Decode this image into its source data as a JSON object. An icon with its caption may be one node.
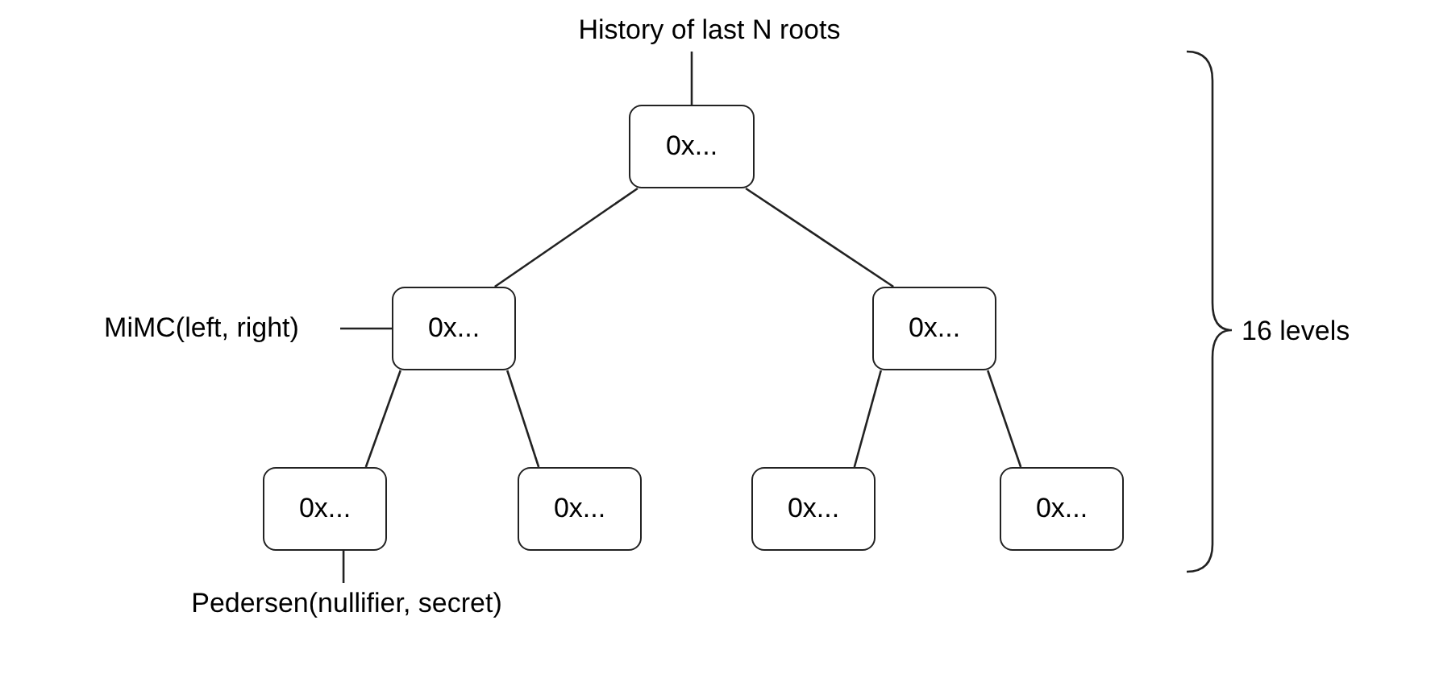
{
  "diagram": {
    "nodes": [
      {
        "text": [
          "History of last N roots"
        ]
      },
      {
        "text": [
          "0x..."
        ]
      },
      {
        "text": [
          "MiMC(left, right)"
        ]
      },
      {
        "text": [
          "0x..."
        ]
      },
      {
        "text": [
          "0x..."
        ]
      },
      {
        "text": [
          "0x..."
        ]
      },
      {
        "text": [
          "0x..."
        ]
      },
      {
        "text": [
          "0x..."
        ]
      },
      {
        "text": [
          "0x..."
        ]
      },
      {
        "text": [
          "Pedersen(nullifier, secret)"
        ]
      }
    ],
    "edges": [
      {
        "from": 0,
        "to": 1,
        "arrow": "none"
      },
      {
        "from": 1,
        "to": 3,
        "arrow": "none"
      },
      {
        "from": 1,
        "to": 4,
        "arrow": "none"
      },
      {
        "from": 2,
        "to": 3,
        "arrow": "none"
      },
      {
        "from": 3,
        "to": 5,
        "arrow": "none"
      },
      {
        "from": 3,
        "to": 6,
        "arrow": "none"
      },
      {
        "from": 4,
        "to": 7,
        "arrow": "none"
      },
      {
        "from": 4,
        "to": 8,
        "arrow": "none"
      },
      {
        "from": 9,
        "to": 5,
        "arrow": "none"
      }
    ],
    "labels": [
      "16 levels"
    ]
  }
}
